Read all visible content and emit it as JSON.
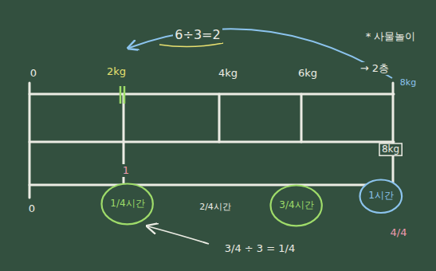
{
  "diagram": {
    "nodes": [
      {
        "text": [
          "1/4시간"
        ]
      },
      {
        "text": [
          "3/4시간"
        ]
      },
      {
        "text": [
          "1시간"
        ]
      },
      {
        "text": [
          "8kg"
        ]
      }
    ],
    "labels": [
      "0",
      "2kg",
      "4kg",
      "6kg",
      "→ 2층",
      "8kg",
      "6÷3=2",
      "* 사물놀이",
      "0",
      "1",
      "2/4시간",
      "3/4 ÷ 3 = 1/4",
      "4/4"
    ]
  }
}
